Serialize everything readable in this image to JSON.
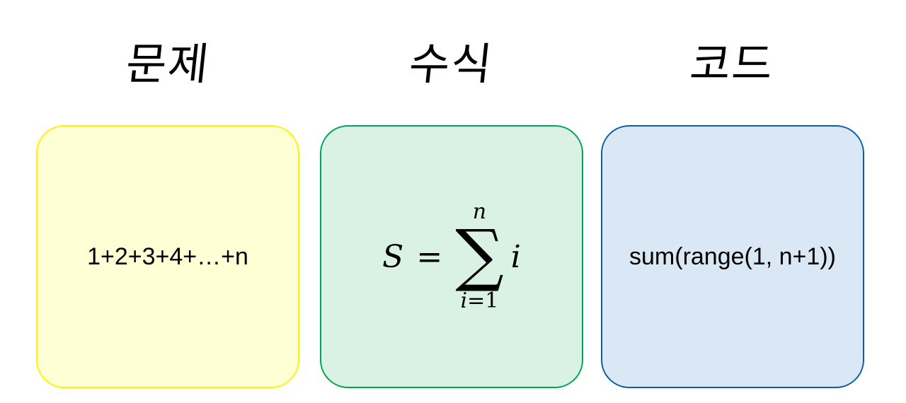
{
  "columns": [
    {
      "heading": "문제",
      "content": "1+2+3+4+…+n",
      "border_color": "#FFF200",
      "fill_color": "#FFFFD6"
    },
    {
      "heading": "수식",
      "content": {
        "lhs": "S",
        "equals": "=",
        "operator": "∑",
        "upper_limit": "n",
        "lower_index": "i",
        "lower_equals": "=",
        "lower_value": "1",
        "term": "i"
      },
      "border_color": "#00A651",
      "fill_color": "#D9F2E3"
    },
    {
      "heading": "코드",
      "content": "sum(range(1, n+1))",
      "border_color": "#0B5FA5",
      "fill_color": "#DAE8F5"
    }
  ]
}
